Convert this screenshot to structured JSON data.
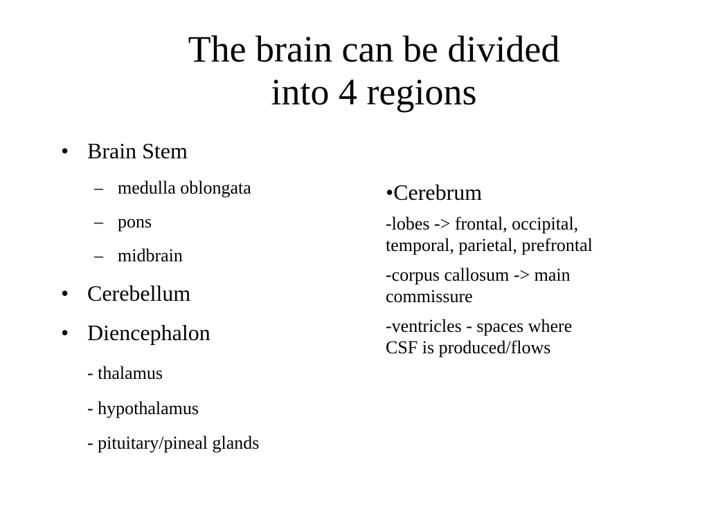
{
  "title": {
    "line1": "The brain can be divided",
    "line2": "into 4 regions"
  },
  "left": {
    "bullet_char": "•",
    "dash_char": "–",
    "brain_stem": "Brain Stem",
    "brain_stem_subs": [
      "medulla oblongata",
      "pons",
      "midbrain"
    ],
    "cerebellum": "Cerebellum",
    "diencephalon": "Diencephalon",
    "diencephalon_subs": [
      "- thalamus",
      "- hypothalamus",
      "- pituitary/pineal glands"
    ]
  },
  "right": {
    "heading": "•Cerebrum",
    "para1_line1": "-lobes -> frontal, occipital,",
    "para1_line2": "temporal, parietal, prefrontal",
    "para2_line1": "-corpus callosum -> main",
    "para2_line2": "commissure",
    "para3_line1": "-ventricles - spaces where",
    "para3_line2": "CSF is produced/flows"
  }
}
